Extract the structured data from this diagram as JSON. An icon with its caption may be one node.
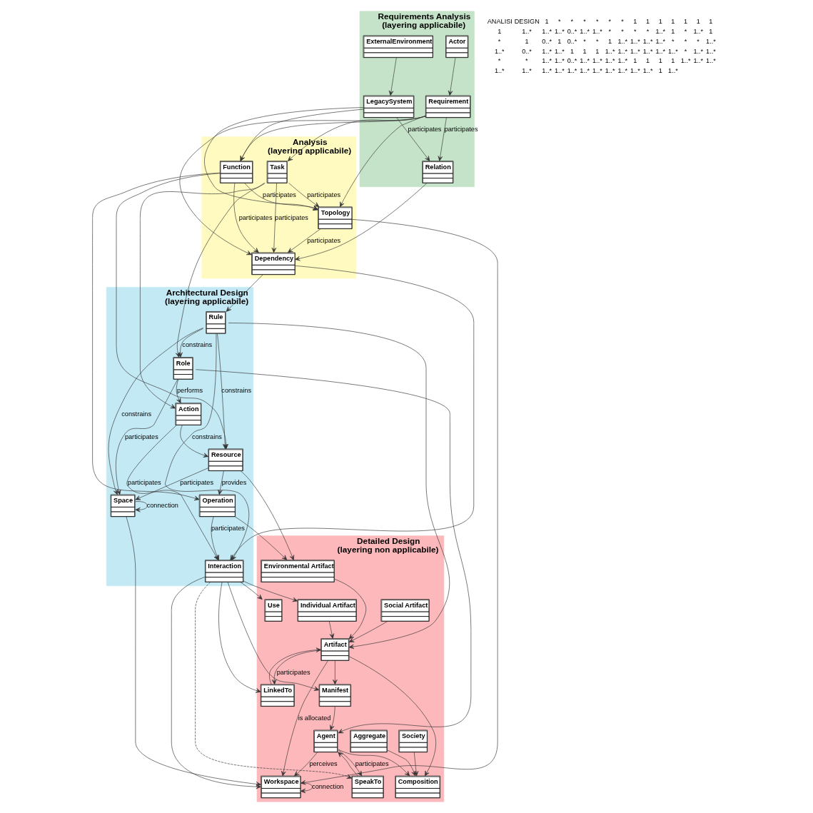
{
  "diagram": {
    "nodes": [
      {
        "text": [
          "Requirements Analysis",
          "(layering applicabile)"
        ]
      },
      {
        "text": [
          "Actor"
        ],
        "in": 0
      },
      {
        "text": [
          "Requirement"
        ],
        "in": 0
      },
      {
        "text": [
          "Relation"
        ],
        "in": 0
      },
      {
        "text": [
          "LegacySystem"
        ],
        "in": 0
      },
      {
        "text": [
          "ExternalEnvironment"
        ],
        "in": 0
      },
      {
        "text": [
          "Analysis",
          "(layering applicabile)"
        ]
      },
      {
        "text": [
          "Task"
        ],
        "in": 6
      },
      {
        "text": [
          "Dependency"
        ],
        "in": 6
      },
      {
        "text": [
          "Function"
        ],
        "in": 6
      },
      {
        "text": [
          "Topology"
        ],
        "in": 6
      },
      {
        "text": [
          "Architectural Design",
          "(layering applicabile)"
        ]
      },
      {
        "text": [
          "Action"
        ],
        "in": 11
      },
      {
        "text": [
          "Interaction"
        ],
        "in": 11
      },
      {
        "text": [
          "Operation"
        ],
        "in": 11
      },
      {
        "text": [
          "Role"
        ],
        "in": 11
      },
      {
        "text": [
          "Rule"
        ],
        "in": 11
      },
      {
        "text": [
          "Resource"
        ],
        "in": 11
      },
      {
        "text": [
          "Space"
        ],
        "in": 11
      },
      {
        "text": [
          "Detailed Design",
          "(layering non applicabile)"
        ]
      },
      {
        "text": [
          "Workspace"
        ],
        "in": 19
      },
      {
        "text": [
          "Environmental Artifact"
        ],
        "in": 19
      },
      {
        "text": [
          "Agent"
        ],
        "in": 19
      },
      {
        "text": [
          "Use"
        ],
        "in": 19
      },
      {
        "text": [
          "Artifact"
        ],
        "in": 19
      },
      {
        "text": [
          "Social Artifact"
        ],
        "in": 19
      },
      {
        "text": [
          "SpeakTo"
        ],
        "in": 19
      },
      {
        "text": [
          "Manifest"
        ],
        "in": 19
      },
      {
        "text": [
          "Individual Artifact"
        ],
        "in": 19
      },
      {
        "text": [
          "Composition"
        ],
        "in": 19
      },
      {
        "text": [
          "LinkedTo"
        ],
        "in": 19
      },
      {
        "text": [
          "Society"
        ],
        "in": 19
      },
      {
        "text": [
          "Aggregate"
        ],
        "in": 19
      }
    ],
    "edges": [
      {
        "from": 1,
        "to": 2,
        "arrow": "to"
      },
      {
        "from": 2,
        "to": 3,
        "label": "participates",
        "arrow": "to"
      },
      {
        "from": 4,
        "to": 3,
        "label": "participates",
        "arrow": "to"
      },
      {
        "from": 5,
        "to": 4,
        "arrow": "to"
      },
      {
        "from": 2,
        "to": 7,
        "arrow": "to"
      },
      {
        "from": 2,
        "to": 8,
        "arrow": "to"
      },
      {
        "from": 2,
        "to": 9,
        "arrow": "to"
      },
      {
        "from": 2,
        "to": 10,
        "arrow": "to"
      },
      {
        "from": 3,
        "to": 8,
        "arrow": "to"
      },
      {
        "from": 4,
        "to": 10,
        "arrow": "to"
      },
      {
        "from": 4,
        "to": 9,
        "arrow": "to"
      },
      {
        "from": 7,
        "to": 8,
        "label": "participates",
        "arrow": "to"
      },
      {
        "from": 9,
        "to": 8,
        "label": "participates",
        "arrow": "to"
      },
      {
        "from": 10,
        "to": 8,
        "label": "participates",
        "arrow": "to"
      },
      {
        "from": 7,
        "to": 10,
        "label": "participates",
        "arrow": "to"
      },
      {
        "from": 9,
        "to": 10,
        "label": "participates",
        "arrow": "to"
      },
      {
        "from": 7,
        "to": 12,
        "arrow": "to"
      },
      {
        "from": 7,
        "to": 15,
        "arrow": "to"
      },
      {
        "from": 8,
        "to": 13,
        "arrow": "to"
      },
      {
        "from": 8,
        "to": 16,
        "arrow": "to"
      },
      {
        "from": 9,
        "to": 14,
        "arrow": "to"
      },
      {
        "from": 9,
        "to": 17,
        "arrow": "to"
      },
      {
        "from": 10,
        "to": 20,
        "arrow": "to"
      },
      {
        "from": 12,
        "to": 13,
        "label": "participates",
        "arrow": "to"
      },
      {
        "from": 14,
        "to": 13,
        "label": "participates",
        "arrow": "to"
      },
      {
        "from": 12,
        "to": 17,
        "arrow": "to"
      },
      {
        "from": 15,
        "to": 12,
        "label": "performs",
        "arrow": "to"
      },
      {
        "from": 16,
        "to": 13,
        "label": "constrains",
        "arrow": "to"
      },
      {
        "from": 16,
        "to": 15,
        "label": "constrains",
        "arrow": "to"
      },
      {
        "from": 16,
        "to": 17,
        "label": "constrains",
        "arrow": "to"
      },
      {
        "from": 17,
        "to": 14,
        "label": "provides",
        "arrow": "to"
      },
      {
        "from": 16,
        "to": 18,
        "label": "constrains",
        "arrow": "to"
      },
      {
        "from": 15,
        "to": 18,
        "label": "participates",
        "arrow": "to"
      },
      {
        "from": 17,
        "to": 18,
        "label": "participates",
        "arrow": "to"
      },
      {
        "from": 18,
        "to": 18,
        "label": "connection",
        "arrow": "to"
      },
      {
        "from": 13,
        "to": 26,
        "arrow": "to",
        "style": "dashed"
      },
      {
        "from": 13,
        "to": 20,
        "arrow": "to"
      },
      {
        "from": 13,
        "to": 23,
        "arrow": "to"
      },
      {
        "from": 13,
        "to": 27,
        "arrow": "to"
      },
      {
        "from": 13,
        "to": 30,
        "arrow": "to"
      },
      {
        "from": 13,
        "to": 28,
        "arrow": "to"
      },
      {
        "from": 14,
        "to": 21,
        "arrow": "to"
      },
      {
        "from": 17,
        "to": 21,
        "arrow": "to"
      },
      {
        "from": 16,
        "to": 24,
        "arrow": "to"
      },
      {
        "from": 18,
        "to": 20,
        "arrow": "to"
      },
      {
        "from": 15,
        "to": 22,
        "arrow": "to"
      },
      {
        "from": 20,
        "to": 20,
        "label": "connection",
        "arrow": "to"
      },
      {
        "from": 22,
        "to": 20,
        "label": "perceives",
        "arrow": "to"
      },
      {
        "from": 24,
        "to": 20,
        "label": "is allocated",
        "arrow": "to"
      },
      {
        "from": 26,
        "to": 22,
        "arrow": "to"
      },
      {
        "from": 22,
        "to": 26,
        "label": "participates",
        "arrow": "to"
      },
      {
        "from": 27,
        "to": 22,
        "arrow": "to"
      },
      {
        "from": 24,
        "to": 27,
        "arrow": "to"
      },
      {
        "from": 22,
        "to": 29,
        "arrow": "to"
      },
      {
        "from": 24,
        "to": 29,
        "arrow": "to"
      },
      {
        "from": 31,
        "to": 29,
        "arrow": "to"
      },
      {
        "from": 32,
        "to": 29,
        "arrow": "to"
      },
      {
        "from": 21,
        "to": 24,
        "arrow": "to"
      },
      {
        "from": 25,
        "to": 24,
        "arrow": "to"
      },
      {
        "from": 28,
        "to": 24,
        "arrow": "to"
      },
      {
        "from": 24,
        "to": 30,
        "label": "participates",
        "arrow": "to"
      },
      {
        "from": 30,
        "to": 24,
        "arrow": "to"
      }
    ],
    "labels": [
      "ANALISI",
      "DESIGN",
      "1",
      "*",
      "*",
      "*",
      "*",
      "*",
      "*",
      "1",
      "1",
      "1",
      "1",
      "1",
      "1",
      "1",
      "1",
      "1..*",
      "1..*",
      "1..*",
      "0..*",
      "1..*",
      "1..*",
      "*",
      "*",
      "*",
      "*",
      "1..*",
      "1",
      "*",
      "1..*",
      "1",
      "*",
      "1",
      "0..*",
      "1",
      "0..*",
      "*",
      "*",
      "1",
      "1..*",
      "1..*",
      "1..*",
      "1..*",
      "*",
      "*",
      "*",
      "1..*",
      "1..*",
      "0..*",
      "1..*",
      "1..*",
      "1",
      "1",
      "1",
      "1..*",
      "1..*",
      "1..*",
      "1..*",
      "1..*",
      "1..*",
      "*",
      "1..*",
      "1..*",
      "*",
      "*",
      "1..*",
      "1..*",
      "0..*",
      "1..*",
      "1..*",
      "1..*",
      "1..*",
      "1",
      "1",
      "1",
      "1",
      "1..*",
      "1..*",
      "1..*",
      "1..*",
      "1..*",
      "1..*",
      "1..*",
      "1..*",
      "1..*",
      "1..*",
      "1..*",
      "1..*",
      "1..*",
      "1..*",
      "1",
      "1..*"
    ]
  }
}
